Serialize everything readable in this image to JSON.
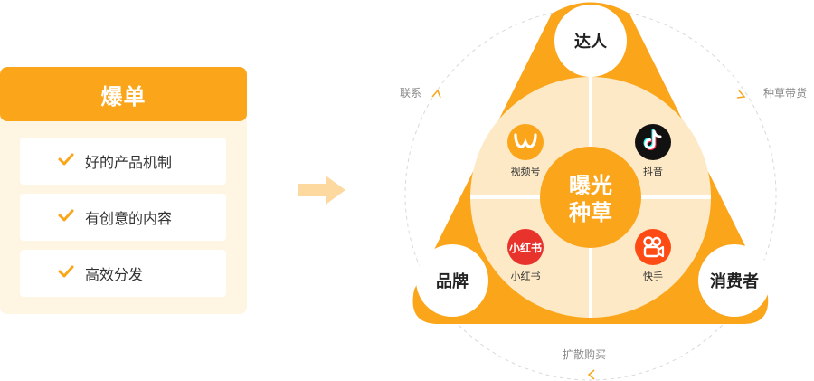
{
  "card": {
    "title": "爆单",
    "items": [
      "好的产品机制",
      "有创意的内容",
      "高效分发"
    ]
  },
  "diagram": {
    "center": [
      "曝光",
      "种草"
    ],
    "nodes": {
      "top": "达人",
      "left": "品牌",
      "right": "消费者"
    },
    "edges": {
      "left": "联系",
      "right": "种草带货",
      "bottom": "扩散购买"
    },
    "apps": {
      "shipin": {
        "name": "视频号",
        "icon": "channels-icon"
      },
      "douyin": {
        "name": "抖音",
        "icon": "douyin-icon"
      },
      "xhs": {
        "name": "小红书",
        "icon": "xiaohongshu-icon",
        "label": "小红书"
      },
      "kuaishou": {
        "name": "快手",
        "icon": "kuaishou-icon"
      }
    }
  },
  "colors": {
    "orange": "#fba51a",
    "light": "#fff5e3",
    "wedge": "#fde9c6",
    "douyin": "#111111",
    "xhs": "#e8322c",
    "kuaishou": "#fe4a13"
  }
}
